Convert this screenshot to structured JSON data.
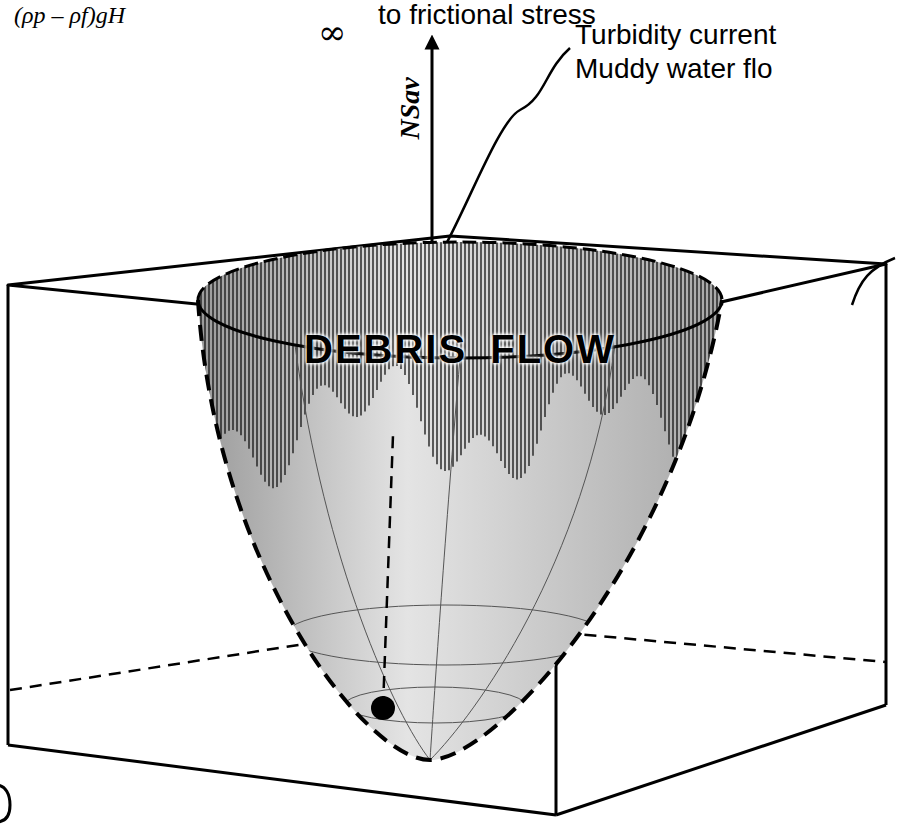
{
  "diagram": {
    "nodes": [
      {
        "text": [
          "DEBRIS FLOW"
        ]
      }
    ],
    "labels": [
      "(ρp – ρf)gH",
      "∞",
      "to frictional stress",
      "NSav",
      "Turbidity current",
      "Muddy water flo"
    ]
  }
}
